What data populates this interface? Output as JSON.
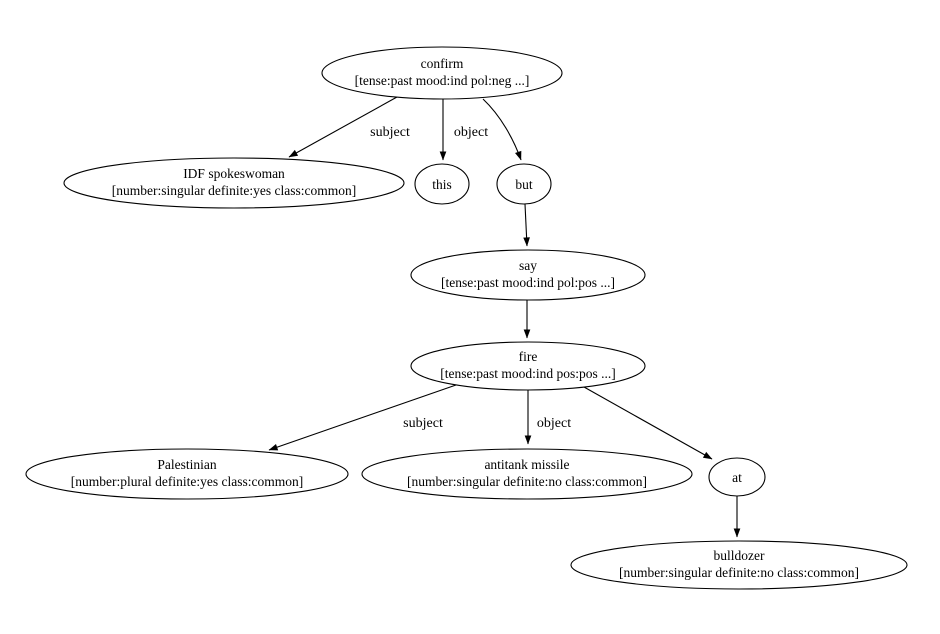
{
  "diagram": {
    "type": "dependency-parse-graph",
    "background_color": "#ffffff",
    "stroke_color": "#000000",
    "text_color": "#000000",
    "nodes": [
      {
        "id": "confirm",
        "label": "confirm",
        "features": "[tense:past mood:ind pol:neg ...]"
      },
      {
        "id": "idf-spokeswoman",
        "label": "IDF spokeswoman",
        "features": "[number:singular definite:yes class:common]"
      },
      {
        "id": "this",
        "label": "this",
        "features": ""
      },
      {
        "id": "but",
        "label": "but",
        "features": ""
      },
      {
        "id": "say",
        "label": "say",
        "features": "[tense:past mood:ind pol:pos ...]"
      },
      {
        "id": "fire",
        "label": "fire",
        "features": "[tense:past mood:ind pos:pos ...]"
      },
      {
        "id": "palestinian",
        "label": "Palestinian",
        "features": "[number:plural definite:yes class:common]"
      },
      {
        "id": "antitank-missile",
        "label": "antitank missile",
        "features": "[number:singular definite:no class:common]"
      },
      {
        "id": "at",
        "label": "at",
        "features": ""
      },
      {
        "id": "bulldozer",
        "label": "bulldozer",
        "features": "[number:singular definite:no class:common]"
      }
    ],
    "edges": [
      {
        "from": "confirm",
        "to": "idf-spokeswoman",
        "label": "subject"
      },
      {
        "from": "confirm",
        "to": "this",
        "label": "object"
      },
      {
        "from": "confirm",
        "to": "but",
        "label": ""
      },
      {
        "from": "but",
        "to": "say",
        "label": ""
      },
      {
        "from": "say",
        "to": "fire",
        "label": ""
      },
      {
        "from": "fire",
        "to": "palestinian",
        "label": "subject"
      },
      {
        "from": "fire",
        "to": "antitank-missile",
        "label": "object"
      },
      {
        "from": "fire",
        "to": "at",
        "label": ""
      },
      {
        "from": "at",
        "to": "bulldozer",
        "label": ""
      }
    ]
  }
}
